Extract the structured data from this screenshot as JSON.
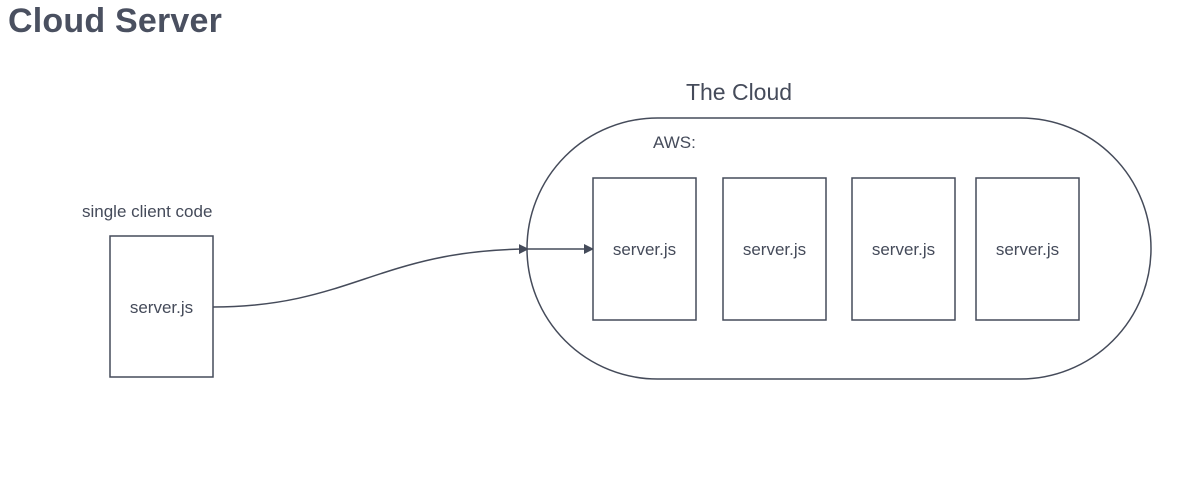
{
  "title": "Cloud Server",
  "client": {
    "label": "single client code",
    "box_label": "server.js"
  },
  "cloud": {
    "label": "The Cloud",
    "provider_label": "AWS:",
    "servers": [
      "server.js",
      "server.js",
      "server.js",
      "server.js"
    ]
  },
  "colors": {
    "stroke": "#454b5a",
    "text": "#454b5a",
    "title": "#4a5060",
    "background": "#ffffff"
  }
}
